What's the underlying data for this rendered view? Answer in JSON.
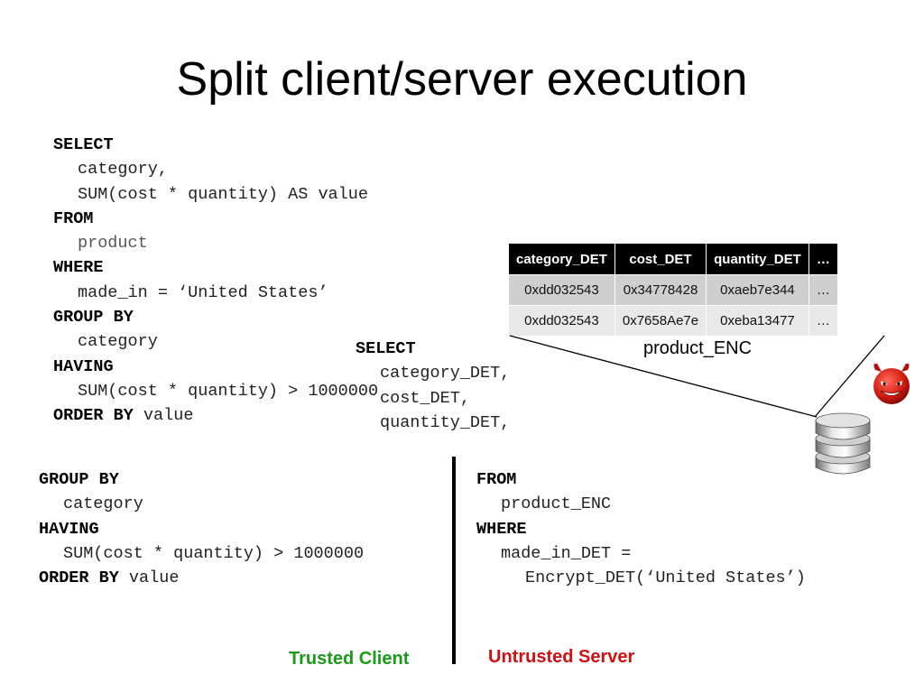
{
  "title": "Split client/server execution",
  "original_query": {
    "lines": [
      {
        "text": "SELECT",
        "bold": true,
        "indent": 0
      },
      {
        "text": "category,",
        "bold": false,
        "indent": 1
      },
      {
        "text": "SUM(cost * quantity) AS value",
        "bold": false,
        "indent": 1
      },
      {
        "text": "FROM",
        "bold": true,
        "indent": 0
      },
      {
        "text": "product",
        "bold": false,
        "indent": 1,
        "grey": true
      },
      {
        "text": "WHERE",
        "bold": true,
        "indent": 0
      },
      {
        "text": "made_in = ‘United States’",
        "bold": false,
        "indent": 1
      },
      {
        "text": "GROUP BY",
        "bold": true,
        "indent": 0
      },
      {
        "text": "category",
        "bold": false,
        "indent": 1
      },
      {
        "text": "HAVING",
        "bold": true,
        "indent": 0
      },
      {
        "text": "SUM(cost * quantity) > 1000000",
        "bold": false,
        "indent": 1
      },
      {
        "kw": "ORDER BY",
        "rest": " value"
      }
    ]
  },
  "server_select": {
    "lines": [
      {
        "text": "SELECT",
        "bold": true,
        "indent": 0
      },
      {
        "text": "category_DET,",
        "bold": false,
        "indent": 1
      },
      {
        "text": "cost_DET,",
        "bold": false,
        "indent": 1
      },
      {
        "text": "quantity_DET,",
        "bold": false,
        "indent": 1
      }
    ]
  },
  "client_query": {
    "lines": [
      {
        "text": "GROUP BY",
        "bold": true,
        "indent": 0
      },
      {
        "text": "category",
        "bold": false,
        "indent": 1
      },
      {
        "text": "HAVING",
        "bold": true,
        "indent": 0
      },
      {
        "text": "SUM(cost * quantity) > 1000000",
        "bold": false,
        "indent": 1
      },
      {
        "kw": "ORDER BY",
        "rest": " value"
      }
    ]
  },
  "server_query": {
    "lines": [
      {
        "text": "FROM",
        "bold": true,
        "indent": 0
      },
      {
        "text": "product_ENC",
        "bold": false,
        "indent": 1
      },
      {
        "text": "WHERE",
        "bold": true,
        "indent": 0
      },
      {
        "text": "made_in_DET =",
        "bold": false,
        "indent": 1
      },
      {
        "text": "Encrypt_DET(‘United States’)",
        "bold": false,
        "indent": 2
      }
    ]
  },
  "table": {
    "headers": [
      "category_DET",
      "cost_DET",
      "quantity_DET",
      "…"
    ],
    "rows": [
      [
        "0xdd032543",
        "0x34778428",
        "0xaeb7e344",
        "…"
      ],
      [
        "0xdd032543",
        "0x7658Ae7e",
        "0xeba13477",
        "…"
      ]
    ],
    "caption": "product_ENC"
  },
  "labels": {
    "trusted_client": "Trusted Client",
    "untrusted_server": "Untrusted Server"
  },
  "colors": {
    "trusted": "#1a9a1a",
    "untrusted": "#d01010"
  },
  "icons": [
    "devil-icon",
    "database-icon"
  ]
}
